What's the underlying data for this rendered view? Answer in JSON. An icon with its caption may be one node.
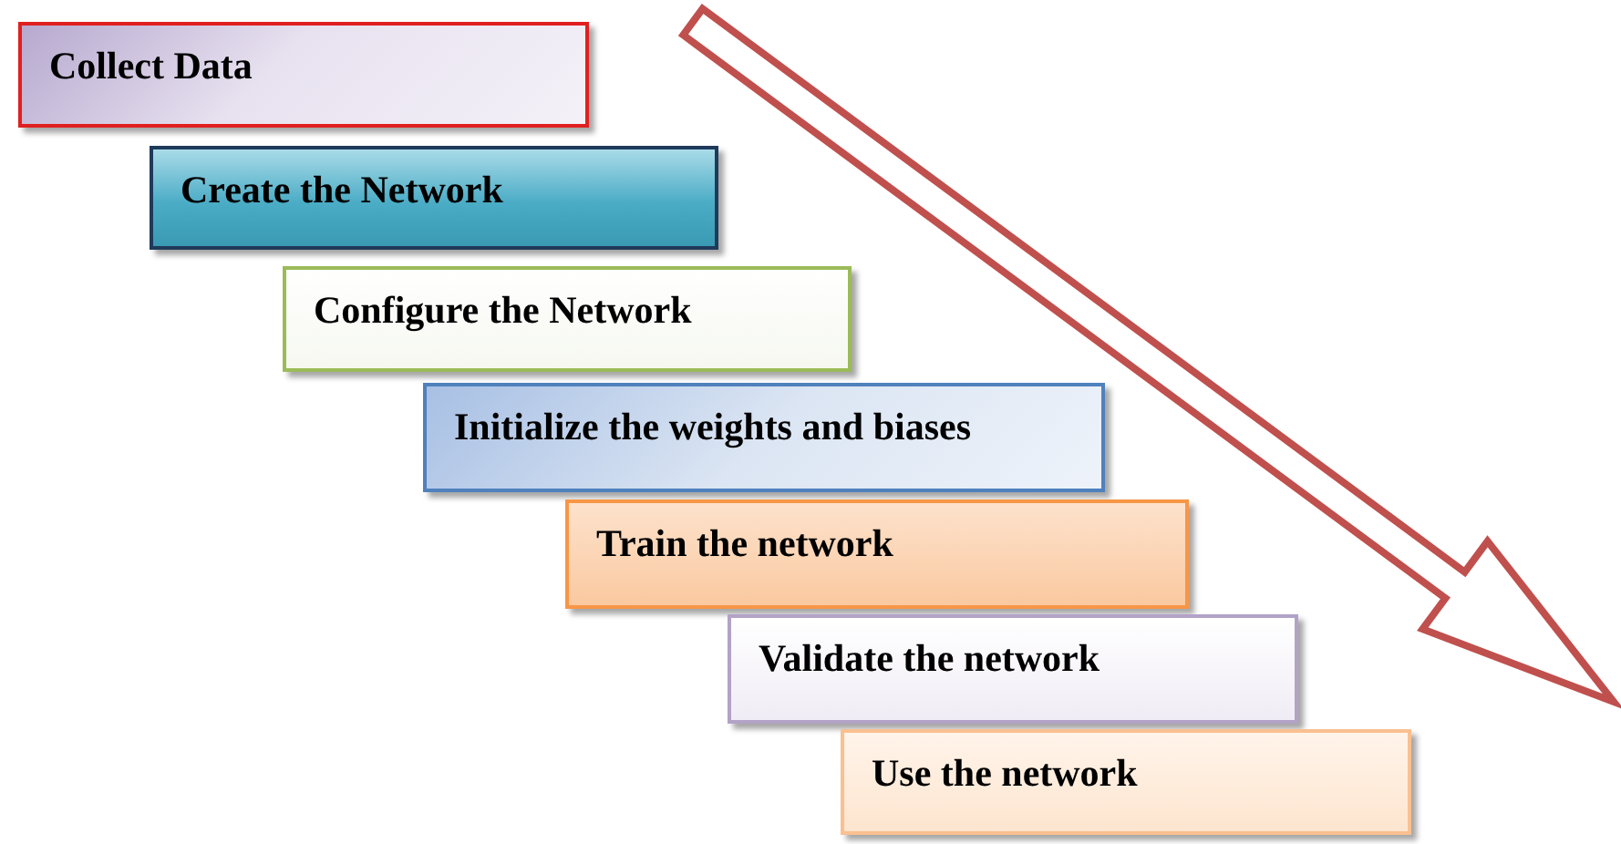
{
  "diagram": {
    "nodes": [
      {
        "text": [
          "Collect Data"
        ]
      },
      {
        "text": [
          "Create the Network"
        ]
      },
      {
        "text": [
          "Configure the Network"
        ]
      },
      {
        "text": [
          "Initialize the weights and biases"
        ]
      },
      {
        "text": [
          "Train the network"
        ]
      },
      {
        "text": [
          "Validate the network"
        ]
      },
      {
        "text": [
          "Use the network"
        ]
      }
    ]
  }
}
